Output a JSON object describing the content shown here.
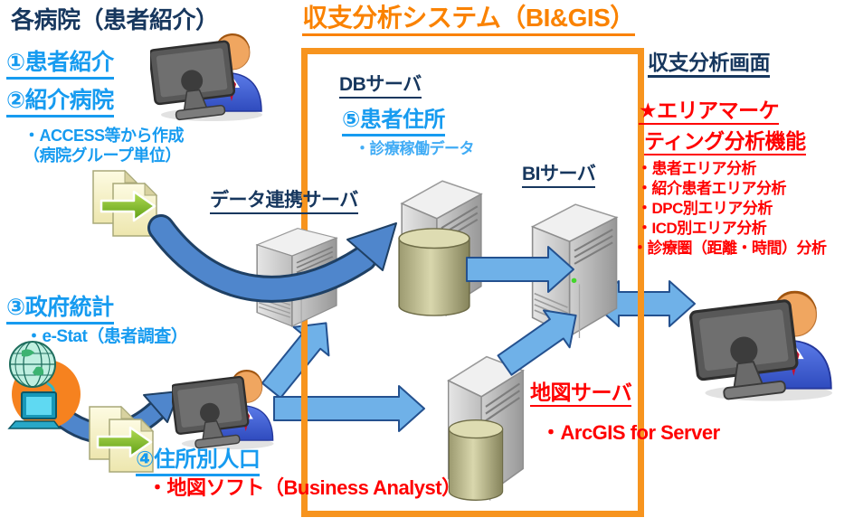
{
  "title": "収支分析システム（BI&GIS）",
  "hospitals": {
    "heading": "各病院（患者紹介）",
    "item1": "①患者紹介",
    "item2": "②紹介病院",
    "item2_note1": "・ACCESS等から作成",
    "item2_note2": "（病院グループ単位）",
    "item3": "③政府統計",
    "item3_note": "・e-Stat（患者調査）",
    "item4": "④住所別人口",
    "item4_note": "・地図ソフト（Business Analyst）"
  },
  "system": {
    "link_server": "データ連携サーバ",
    "db_server": "DBサーバ",
    "item5": "⑤患者住所",
    "item5_note": "・診療稼働データ",
    "bi_server": "BIサーバ",
    "map_server": "地図サーバ",
    "map_server_note": "・ArcGIS for Server"
  },
  "result_panel": {
    "heading": "収支分析画面",
    "feature_heading_line1": "★エリアマーケ",
    "feature_heading_line2": "ティング分析機能",
    "features": [
      "・患者エリア分析",
      "・紹介患者エリア分析",
      "・DPC別エリア分析",
      "・ICD別エリア分析",
      "・診療圏（距離・時間）分析"
    ]
  },
  "colors": {
    "navy_text": "#17375E",
    "blue_text": "#169BF0",
    "light_blue_text": "#41ACF5",
    "red_text": "#FF0000",
    "orange_title": "#FA8200",
    "orange_border": "#F7941E",
    "arrow_fill": "#6FB1E8",
    "arrow_swoosh_fill": "#4F86CC",
    "arrow_stroke": "#24518F"
  },
  "icons": {
    "person": "person-at-computer-icon",
    "documents": "documents-transfer-icon",
    "globe": "internet-globe-computer-icon",
    "server": "server-tower-icon",
    "database": "database-cylinder-icon",
    "arrow": "flow-arrow"
  }
}
